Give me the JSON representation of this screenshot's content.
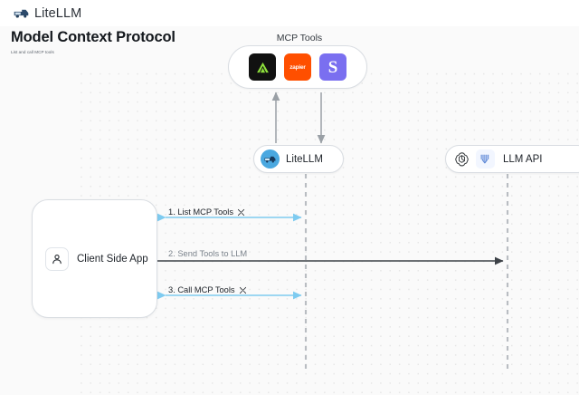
{
  "brand": {
    "name": "LiteLLM",
    "logo_icon": "truck-logo-icon"
  },
  "header": {
    "title": "Model Context Protocol",
    "subtitle": "List and call MCP tools"
  },
  "diagram": {
    "type": "sequence-diagram",
    "background": "#fafafa",
    "accent_blue": "#7ecbf0",
    "accent_dark": "#3d4248",
    "nodes": [
      {
        "id": "mcp-tools",
        "label": "MCP Tools",
        "tools": [
          {
            "name": "anthropic",
            "glyph": "triangle-icon",
            "bg": "#111111",
            "fg": "#8ee03c"
          },
          {
            "name": "zapier",
            "glyph": "zapier",
            "bg": "#ff4f00",
            "fg": "#ffffff"
          },
          {
            "name": "slack",
            "glyph": "S",
            "bg": "#7a6ff0",
            "fg": "#ffffff"
          }
        ]
      },
      {
        "id": "litellm",
        "label": "LiteLLM",
        "avatar_icon": "litellm-avatar-icon"
      },
      {
        "id": "llm-api",
        "label": "LLM API",
        "providers": [
          {
            "name": "openai",
            "icon": "openai-logo-icon",
            "color": "#3f4346"
          },
          {
            "name": "anthropic",
            "icon": "anthropic-logo-icon",
            "color": "#5b86d6"
          }
        ]
      },
      {
        "id": "client-side-app",
        "label": "Client Side App",
        "icon": "person-icon"
      }
    ],
    "steps": [
      {
        "number": "1.",
        "text": "List MCP Tools",
        "label": "1. List MCP Tools",
        "icon": "tools-icon",
        "style": "blue",
        "direction": "bidirectional"
      },
      {
        "number": "2.",
        "text": "Send Tools to LLM",
        "label": "2. Send Tools to LLM",
        "icon": "",
        "style": "gray",
        "direction": "bidirectional"
      },
      {
        "number": "3.",
        "text": "Call MCP Tools",
        "label": "3. Call MCP Tools",
        "icon": "tools-icon",
        "style": "blue",
        "direction": "bidirectional"
      }
    ]
  }
}
